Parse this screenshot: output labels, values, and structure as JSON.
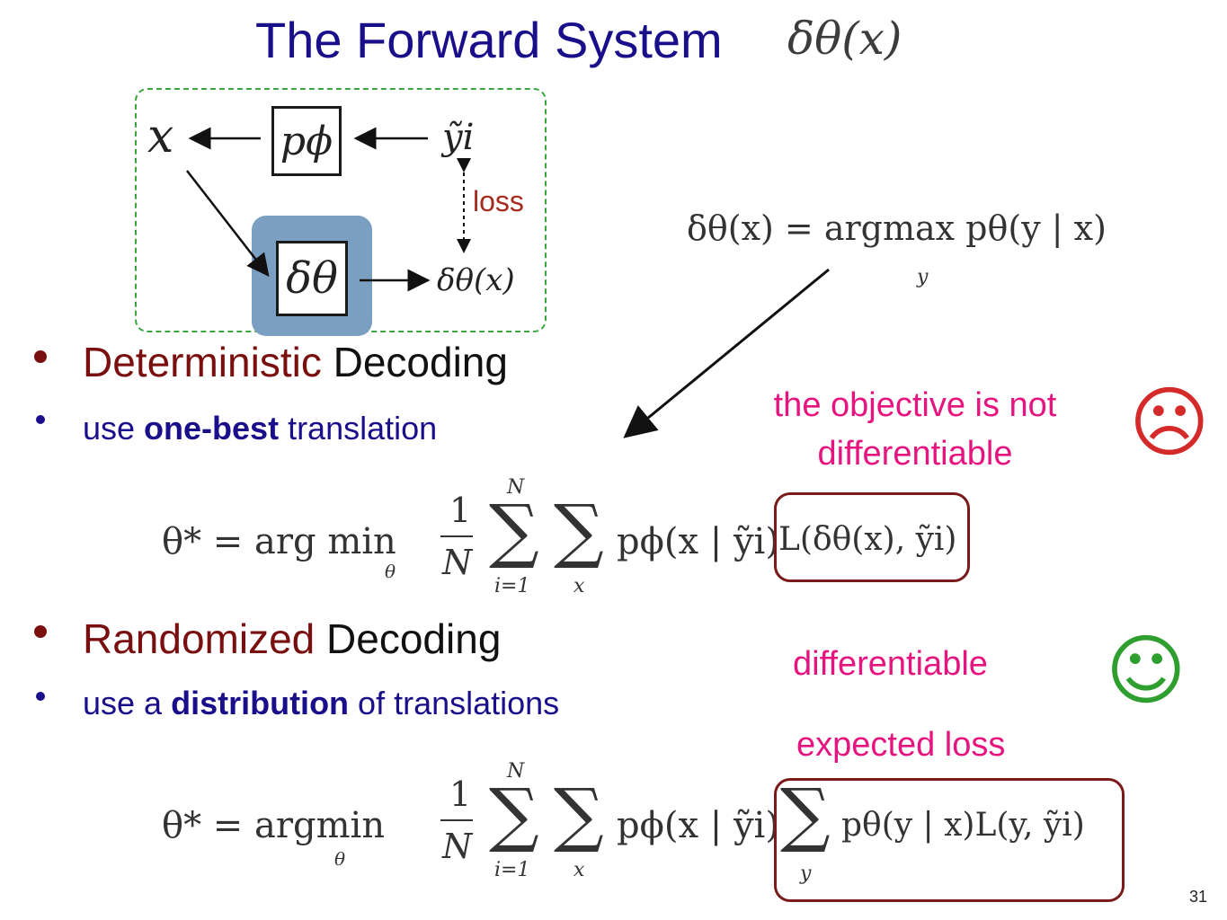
{
  "slide": {
    "title": "The Forward System",
    "title_math": "δθ(x)",
    "page_number": "31"
  },
  "diagram": {
    "x_label": "x",
    "p_phi_label": "pϕ",
    "y_tilde_label": "ỹi",
    "loss_label": "loss",
    "delta_label": "δθ",
    "delta_x_label": "δθ(x)"
  },
  "argmax_equation": {
    "main": "δθ(x) = argmax pθ(y | x)",
    "subscript": "y"
  },
  "deterministic": {
    "heading_colored": "Deterministic",
    "heading_rest": " Decoding",
    "sub_prefix": "use ",
    "sub_bold": "one-best",
    "sub_suffix": " translation",
    "equation_lhs": "θ*  =  arg min",
    "equation_under": "θ",
    "equation_frac_num": "1",
    "equation_frac_den": "N",
    "equation_sum_top": "N",
    "equation_sum_bottom": "i=1",
    "equation_sum2_bottom": "x",
    "equation_mid": "pϕ(x | ỹi)",
    "equation_boxed": "L(δθ(x), ỹi)",
    "annotation": "the objective is not differentiable",
    "smiley": "☹"
  },
  "randomized": {
    "heading_colored": "Randomized",
    "heading_rest": " Decoding",
    "sub_prefix": "use a ",
    "sub_bold": "distribution",
    "sub_suffix": " of translations",
    "equation_lhs": "θ*  =  argmin",
    "equation_under": "θ",
    "equation_frac_num": "1",
    "equation_frac_den": "N",
    "equation_sum_top": "N",
    "equation_sum_bottom": "i=1",
    "equation_sum2_bottom": "x",
    "equation_mid": "pϕ(x | ỹi)",
    "equation_boxed": "pθ(y | x)L(y, ỹi)",
    "equation_boxed_sum_bottom": "y",
    "annotation_1": "differentiable",
    "annotation_2": "expected loss",
    "smiley": "☺"
  },
  "colors": {
    "title": "#1a0f8a",
    "accent_red": "#7a0f0f",
    "annotation_pink": "#e6147f",
    "sad_red": "#d42a2a",
    "happy_green": "#2e9e2e",
    "diagram_border": "#3aa640",
    "highlight_blue": "#7b9fc1"
  }
}
